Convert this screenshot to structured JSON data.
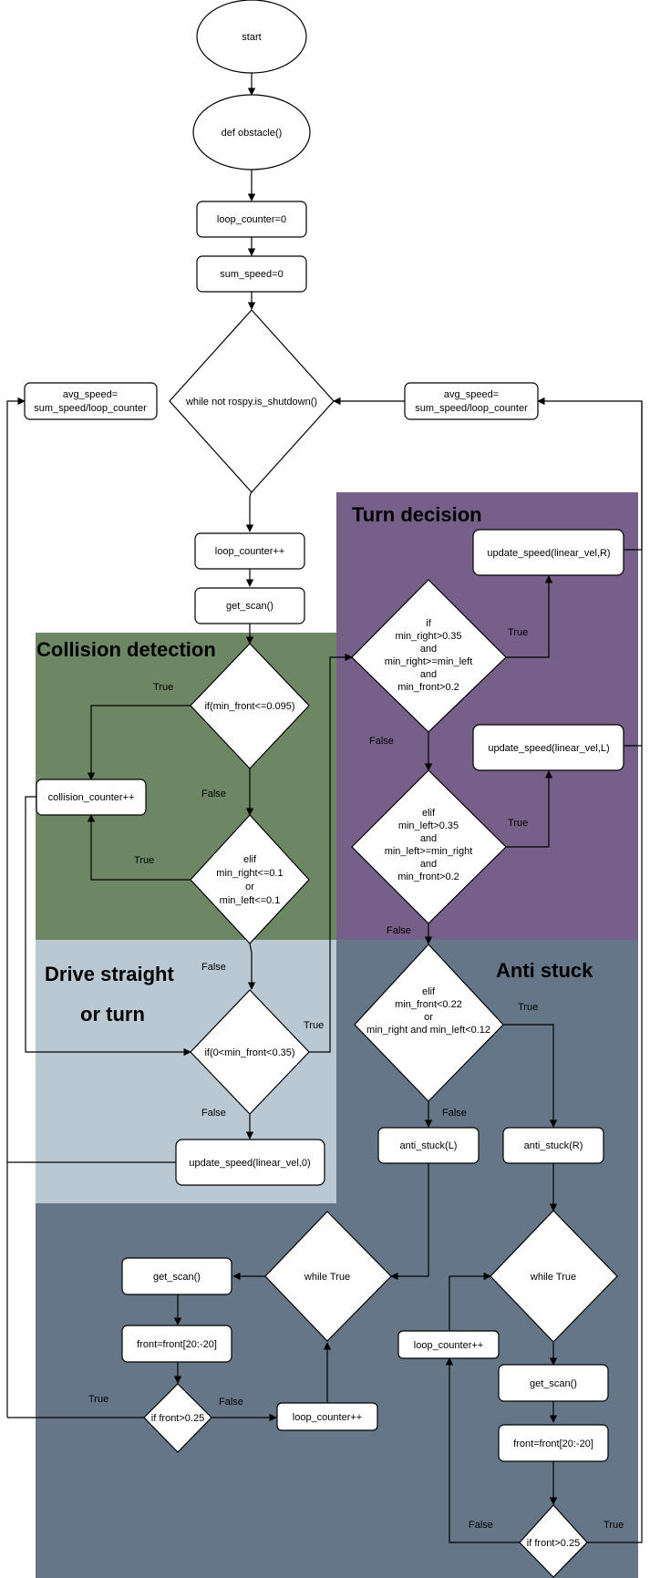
{
  "colors": {
    "collision": "#6d8764",
    "turn": "#76608a",
    "drive": "#bac8d3",
    "anti": "#647687",
    "line": "#000000",
    "node_fill": "#ffffff"
  },
  "regions": {
    "collision": "Collision detection",
    "turn": "Turn decision",
    "drive_1": "Drive straight",
    "drive_2": "or turn",
    "anti": "Anti stuck"
  },
  "nodes": {
    "start": "start",
    "def_obstacle": "def obstacle()",
    "loop_init": "loop_counter=0",
    "sum_init": "sum_speed=0",
    "while_main": "while not rospy.is_shutdown()",
    "avg_left": [
      "avg_speed=",
      "sum_speed/loop_counter"
    ],
    "avg_right": [
      "avg_speed=",
      "sum_speed/loop_counter"
    ],
    "loop_inc": "loop_counter++",
    "get_scan": "get_scan()",
    "if_front": "if(min_front<=0.095)",
    "collision_inc": "collision_counter++",
    "elif_side": [
      "elif",
      "min_right<=0.1",
      "or",
      "min_left<=0.1"
    ],
    "if_range": "if(0<min_front<0.35)",
    "update_0": "update_speed(linear_vel,0)",
    "if_right": [
      "if",
      "min_right>0.35",
      "and",
      "min_right>=min_left",
      "and",
      "min_front>0.2"
    ],
    "update_r": "update_speed(linear_vel,R)",
    "elif_left": [
      "elif",
      "min_left>0.35",
      "and",
      "min_left>=min_right",
      "and",
      "min_front>0.2"
    ],
    "update_l": "update_speed(linear_vel,L)",
    "elif_stuck": [
      "elif",
      "min_front<0.22",
      "or",
      "min_right and min_left<0.12"
    ],
    "anti_l": "anti_stuck(L)",
    "anti_r": "anti_stuck(R)",
    "while_true_l": "while True",
    "get_scan_l": "get_scan()",
    "front_l": "front=front[20:-20]",
    "if_front_l": "if front>0.25",
    "loop_inc_l": "loop_counter++",
    "while_true_r": "while True",
    "get_scan_r": "get_scan()",
    "front_r": "front=front[20:-20]",
    "if_front_r": "if front>0.25",
    "loop_inc_r": "loop_counter++"
  },
  "edge_labels": {
    "true": "True",
    "false": "False"
  }
}
